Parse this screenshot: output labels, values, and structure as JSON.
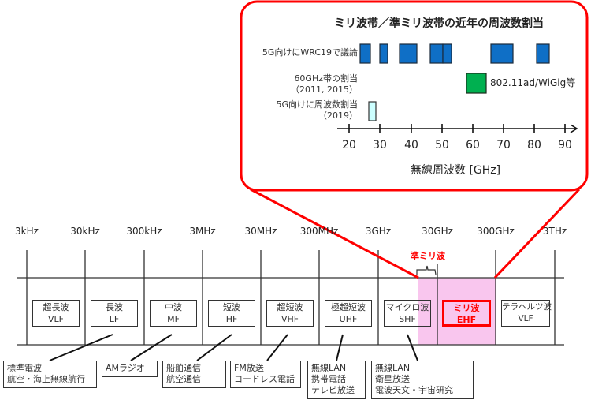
{
  "chart_data": {
    "type": "bar",
    "subtype": "horizontal-range",
    "title": "ミリ波帯／準ミリ波帯の近年の周波数割当",
    "xlabel": "無線周波数 [GHz]",
    "ylabel": "",
    "xlim": [
      20,
      90
    ],
    "xticks": [
      20,
      30,
      40,
      50,
      60,
      70,
      80,
      90
    ],
    "series": [
      {
        "name": "5G向けにWRC19で議論",
        "color": "#0f6fc6",
        "ranges": [
          [
            24.25,
            27.5
          ],
          [
            31.8,
            33.4
          ],
          [
            37,
            43.5
          ],
          [
            45.5,
            47
          ],
          [
            47,
            50.2
          ],
          [
            50.4,
            52.6
          ],
          [
            66,
            73
          ],
          [
            81,
            86
          ]
        ]
      },
      {
        "name": "60GHz帯の割当（2011, 2015）",
        "color": "#00b050",
        "ranges": [
          [
            57,
            66
          ]
        ],
        "annotation": "802.11ad/WiGig等"
      },
      {
        "name": "5G向けに周波数割当（2019）",
        "color": "#ccffff",
        "ranges": [
          [
            26.6,
            28.6
          ]
        ]
      }
    ],
    "grid": false,
    "legend": "none"
  },
  "inset": {
    "title": "ミリ波帯／準ミリ波帯の近年の周波数割当",
    "rows": [
      {
        "label_lines": [
          "5G向けにWRC19で議論"
        ]
      },
      {
        "label_lines": [
          "60GHz帯の割当",
          "（2011, 2015）"
        ]
      },
      {
        "label_lines": [
          "5G向けに周波数割当",
          "（2019）"
        ]
      }
    ],
    "wigig_label": "802.11ad/WiGig等",
    "ticks": [
      "20",
      "30",
      "40",
      "50",
      "60",
      "70",
      "80",
      "90"
    ],
    "axis_title": "無線周波数 [GHz]"
  },
  "spectrum": {
    "frequencies": [
      "3kHz",
      "30kHz",
      "300kHz",
      "3MHz",
      "30MHz",
      "300MHz",
      "3GHz",
      "30GHz",
      "300GHz",
      "3THz"
    ],
    "bands": [
      {
        "jp": "超長波",
        "en": "VLF"
      },
      {
        "jp": "長波",
        "en": "LF"
      },
      {
        "jp": "中波",
        "en": "MF"
      },
      {
        "jp": "短波",
        "en": "HF"
      },
      {
        "jp": "超短波",
        "en": "VHF"
      },
      {
        "jp": "極超短波",
        "en": "UHF"
      },
      {
        "jp": "マイクロ波",
        "en": "SHF"
      },
      {
        "jp": "ミリ波",
        "en": "EHF"
      },
      {
        "jp": "テラヘルツ波",
        "en": "VLF"
      }
    ],
    "quasi_mm_label": "準ミリ波",
    "applications": [
      {
        "lines": [
          "標準電波",
          "航空・海上無線航行"
        ]
      },
      {
        "lines": [
          "AMラジオ"
        ]
      },
      {
        "lines": [
          "船舶通信",
          "航空通信"
        ]
      },
      {
        "lines": [
          "FM放送",
          "コードレス電話"
        ]
      },
      {
        "lines": [
          "無線LAN",
          "携帯電話",
          "テレビ放送"
        ]
      },
      {
        "lines": [
          "無線LAN",
          "衛星放送",
          "電波天文・宇宙研究"
        ]
      }
    ]
  },
  "colors": {
    "accent_red": "#ff0000",
    "highlight_pink": "#f9c6ee",
    "bar_blue": "#0f6fc6",
    "bar_green": "#00b050",
    "bar_cyan": "#ccffff"
  }
}
